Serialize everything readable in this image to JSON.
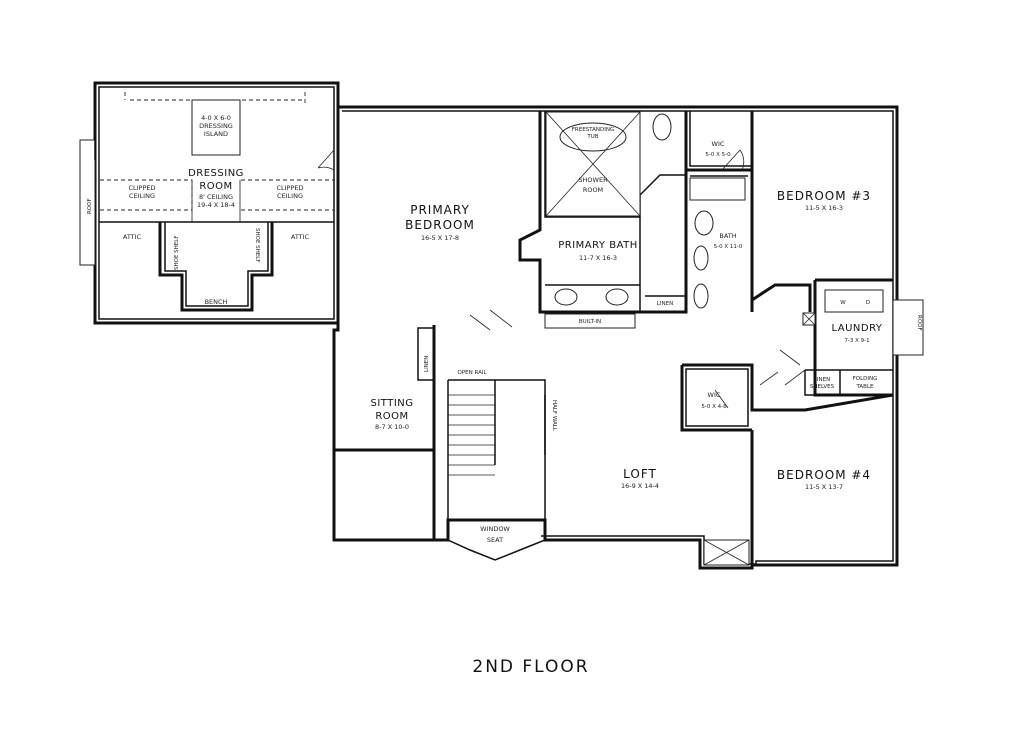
{
  "floor_title": "2ND FLOOR",
  "rooms": {
    "dressing_room": {
      "name_1": "DRESSING",
      "name_2": "ROOM",
      "ceiling": "8' CEILING",
      "dims": "19-4 X 18-4"
    },
    "dressing_island": {
      "dims": "4-0 X 6-0",
      "name_1": "DRESSING",
      "name_2": "ISLAND"
    },
    "clipped_left": {
      "line_1": "CLIPPED",
      "line_2": "CEILING"
    },
    "clipped_right": {
      "line_1": "CLIPPED",
      "line_2": "CEILING"
    },
    "attic_left": {
      "name": "ATTIC"
    },
    "attic_right": {
      "name": "ATTIC"
    },
    "shoe_shelf_left": {
      "name": "SHOE SHELF"
    },
    "shoe_shelf_right": {
      "name": "SHOE SHELF"
    },
    "bench": {
      "name": "BENCH"
    },
    "roof_left": {
      "name": "ROOF"
    },
    "roof_right": {
      "name": "ROOF"
    },
    "primary_bedroom": {
      "name_1": "PRIMARY",
      "name_2": "BEDROOM",
      "dims": "16-5 X 17-8"
    },
    "freestanding_tub": {
      "line_1": "FREESTANDING",
      "line_2": "TUB"
    },
    "shower_room": {
      "line_1": "SHOWER",
      "line_2": "ROOM"
    },
    "primary_bath": {
      "name": "PRIMARY BATH",
      "dims": "11-7 X 16-3"
    },
    "linen_bath": {
      "name": "LINEN"
    },
    "built_in": {
      "name": "BUILT-IN"
    },
    "wic_top": {
      "name": "WIC",
      "dims": "5-0 X 5-0"
    },
    "bath": {
      "name": "BATH",
      "dims": "5-0 X 11-0"
    },
    "bedroom_3": {
      "name": "BEDROOM #3",
      "dims": "11-5 X 16-3"
    },
    "laundry": {
      "name": "LAUNDRY",
      "dims": "7-3 X 9-1",
      "washer": "W",
      "dryer": "D"
    },
    "linen_shelves": {
      "line_1": "LINEN",
      "line_2": "SHELVES"
    },
    "folding_table": {
      "line_1": "FOLDING",
      "line_2": "TABLE"
    },
    "linen_stair": {
      "name": "LINEN"
    },
    "open_rail": {
      "name": "OPEN RAIL"
    },
    "half_wall": {
      "name": "HALF WALL"
    },
    "sitting_room": {
      "name_1": "SITTING",
      "name_2": "ROOM",
      "dims": "8-7 X 10-0"
    },
    "wic_bottom": {
      "name": "WIC",
      "dims": "5-0 X 4-8"
    },
    "loft": {
      "name": "LOFT",
      "dims": "16-9 X 14-4"
    },
    "bedroom_4": {
      "name": "BEDROOM #4",
      "dims": "11-5 X 13-7"
    },
    "window_seat": {
      "line_1": "WINDOW",
      "line_2": "SEAT"
    }
  }
}
